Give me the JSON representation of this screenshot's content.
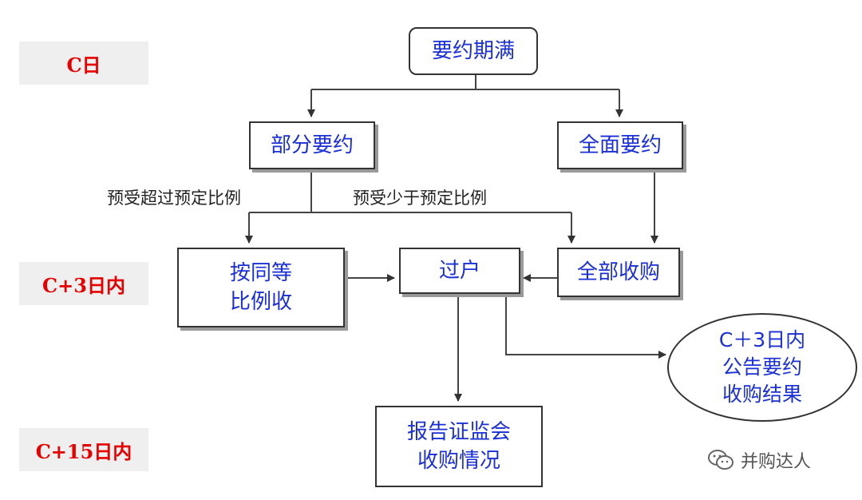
{
  "stages": {
    "c_day": "C日",
    "c3": "C+3日内",
    "c15": "C+15日内"
  },
  "nodes": {
    "expiry": "要约期满",
    "partial": "部分要约",
    "full": "全面要约",
    "proportional_line1": "按同等",
    "proportional_line2": "比例收",
    "transfer": "过户",
    "acquire_all": "全部收购",
    "announce_line1": "C＋3日内",
    "announce_line2": "公告要约",
    "announce_line3": "收购结果",
    "report_line1": "报告证监会",
    "report_line2": "收购情况"
  },
  "edge_labels": {
    "over": "预受超过预定比例",
    "under": "预受少于预定比例"
  },
  "watermark": {
    "icon": "wechat-icon",
    "text": "并购达人"
  }
}
